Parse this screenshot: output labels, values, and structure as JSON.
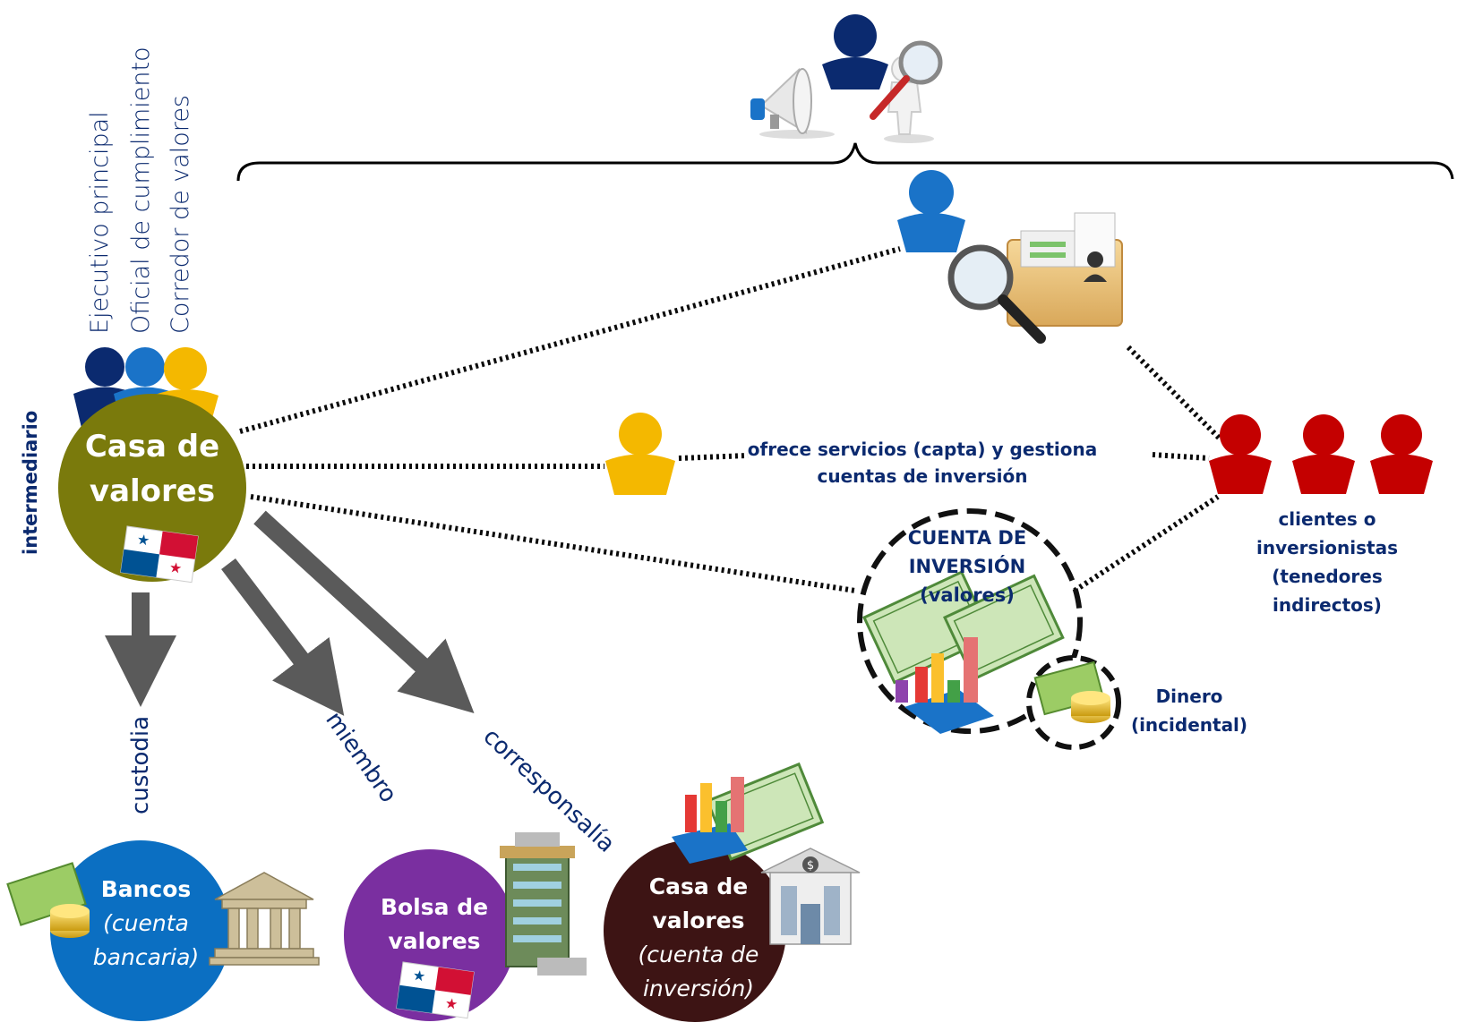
{
  "roles": [
    "Ejecutivo principal",
    "Oficial de cumplimiento",
    "Corredor de valores"
  ],
  "intermediario": "intermediario",
  "casa_main": {
    "line1": "Casa de",
    "line2": "valores"
  },
  "ofrece": {
    "line1": "ofrece servicios (capta) y gestiona",
    "line2": "cuentas de inversión"
  },
  "cuenta": {
    "line1": "CUENTA DE",
    "line2": "INVERSIÓN",
    "line3": "(valores)"
  },
  "dinero": {
    "line1": "Dinero",
    "line2": "(incidental)"
  },
  "clientes": {
    "line1": "clientes o",
    "line2": "inversionistas",
    "line3": "(tenedores",
    "line4": "indirectos)"
  },
  "arrows": {
    "custodia": "custodia",
    "miembro": "miembro",
    "corresponsalia": "corresponsalía"
  },
  "bancos": {
    "title": "Bancos",
    "sub1": "(cuenta",
    "sub2": "bancaria)"
  },
  "bolsa": {
    "line1": "Bolsa de",
    "line2": "valores"
  },
  "casa_bottom": {
    "line1": "Casa de",
    "line2": "valores",
    "sub1": "(cuenta de",
    "sub2": "inversión)"
  },
  "icons": [
    "megaphone-icon",
    "magnifier-figure-icon",
    "person-icon",
    "folder-magnifier-icon",
    "panama-flag-icon",
    "money-icon",
    "bank-icon",
    "building-icon",
    "certificate-icon",
    "bar-chart-icon"
  ],
  "colors": {
    "navy": "#0b2a6f",
    "mid_blue": "#1a73c8",
    "yellow": "#f4b800",
    "red": "#c40000",
    "olive": "#7a7a0c",
    "blue_circle": "#0b6fc2",
    "purple": "#7a2fa0",
    "maroon": "#3d1414",
    "arrow_gray": "#5a5a5a"
  }
}
